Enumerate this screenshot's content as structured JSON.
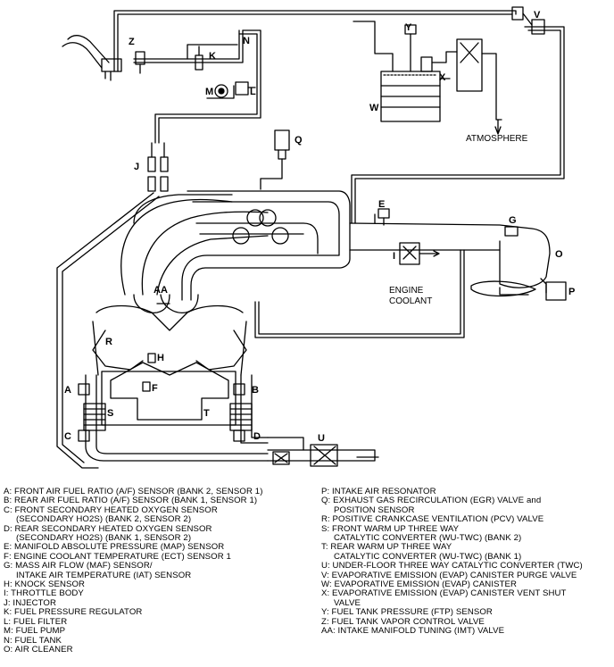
{
  "labels": {
    "A": "A",
    "B": "B",
    "C": "C",
    "D": "D",
    "E": "E",
    "F": "F",
    "G": "G",
    "H": "H",
    "I": "I",
    "J": "J",
    "K": "K",
    "L": "L",
    "M": "M",
    "N": "N",
    "O": "O",
    "P": "P",
    "Q": "Q",
    "R": "R",
    "S": "S",
    "T": "T",
    "U": "U",
    "V": "V",
    "W": "W",
    "X": "X",
    "Y": "Y",
    "Z": "Z",
    "AA": "AA"
  },
  "annotations": {
    "atmosphere": "ATMOSPHERE",
    "engine_coolant_1": "ENGINE",
    "engine_coolant_2": "COOLANT"
  },
  "legend_left": [
    {
      "line": "A: FRONT AIR FUEL RATIO (A/F) SENSOR (BANK 2, SENSOR 1)"
    },
    {
      "line": "B: REAR AIR FUEL RATIO (A/F) SENSOR (BANK 1, SENSOR 1)"
    },
    {
      "line": "C: FRONT SECONDARY HEATED OXYGEN SENSOR",
      "cont": "(SECONDARY HO2S) (BANK 2, SENSOR 2)"
    },
    {
      "line": "D: REAR SECONDARY HEATED OXYGEN SENSOR",
      "cont": "(SECONDARY HO2S) (BANK 1, SENSOR 2)"
    },
    {
      "line": "E: MANIFOLD ABSOLUTE PRESSURE (MAP) SENSOR"
    },
    {
      "line": "F: ENGINE COOLANT TEMPERATURE (ECT) SENSOR 1"
    },
    {
      "line": "G: MASS AIR FLOW (MAF) SENSOR/",
      "cont": "INTAKE AIR TEMPERATURE (IAT) SENSOR"
    },
    {
      "line": "H: KNOCK SENSOR"
    },
    {
      "line": "I: THROTTLE BODY"
    },
    {
      "line": "J: INJECTOR"
    },
    {
      "line": "K: FUEL PRESSURE REGULATOR"
    },
    {
      "line": "L: FUEL FILTER"
    },
    {
      "line": "M: FUEL PUMP"
    },
    {
      "line": "N: FUEL TANK"
    },
    {
      "line": "O: AIR CLEANER"
    }
  ],
  "legend_right": [
    {
      "line": "P: INTAKE AIR RESONATOR"
    },
    {
      "line": "Q: EXHAUST GAS RECIRCULATION (EGR) VALVE and",
      "cont": "POSITION SENSOR"
    },
    {
      "line": "R: POSITIVE CRANKCASE VENTILATION (PCV) VALVE"
    },
    {
      "line": "S: FRONT WARM UP THREE WAY",
      "cont": "CATALYTIC CONVERTER (WU-TWC) (BANK 2)"
    },
    {
      "line": "T: REAR WARM UP THREE WAY",
      "cont": "CATALYTIC CONVERTER (WU-TWC) (BANK 1)"
    },
    {
      "line": "U: UNDER-FLOOR THREE WAY CATALYTIC CONVERTER (TWC)"
    },
    {
      "line": "V: EVAPORATIVE EMISSION (EVAP) CANISTER PURGE VALVE"
    },
    {
      "line": "W: EVAPORATIVE EMISSION (EVAP) CANISTER"
    },
    {
      "line": "X: EVAPORATIVE EMISSION (EVAP) CANISTER VENT SHUT",
      "cont": "VALVE"
    },
    {
      "line": "Y: FUEL TANK PRESSURE (FTP) SENSOR"
    },
    {
      "line": "Z: FUEL TANK VAPOR CONTROL VALVE"
    },
    {
      "line": "AA: INTAKE MANIFOLD TUNING (IMT) VALVE"
    }
  ]
}
